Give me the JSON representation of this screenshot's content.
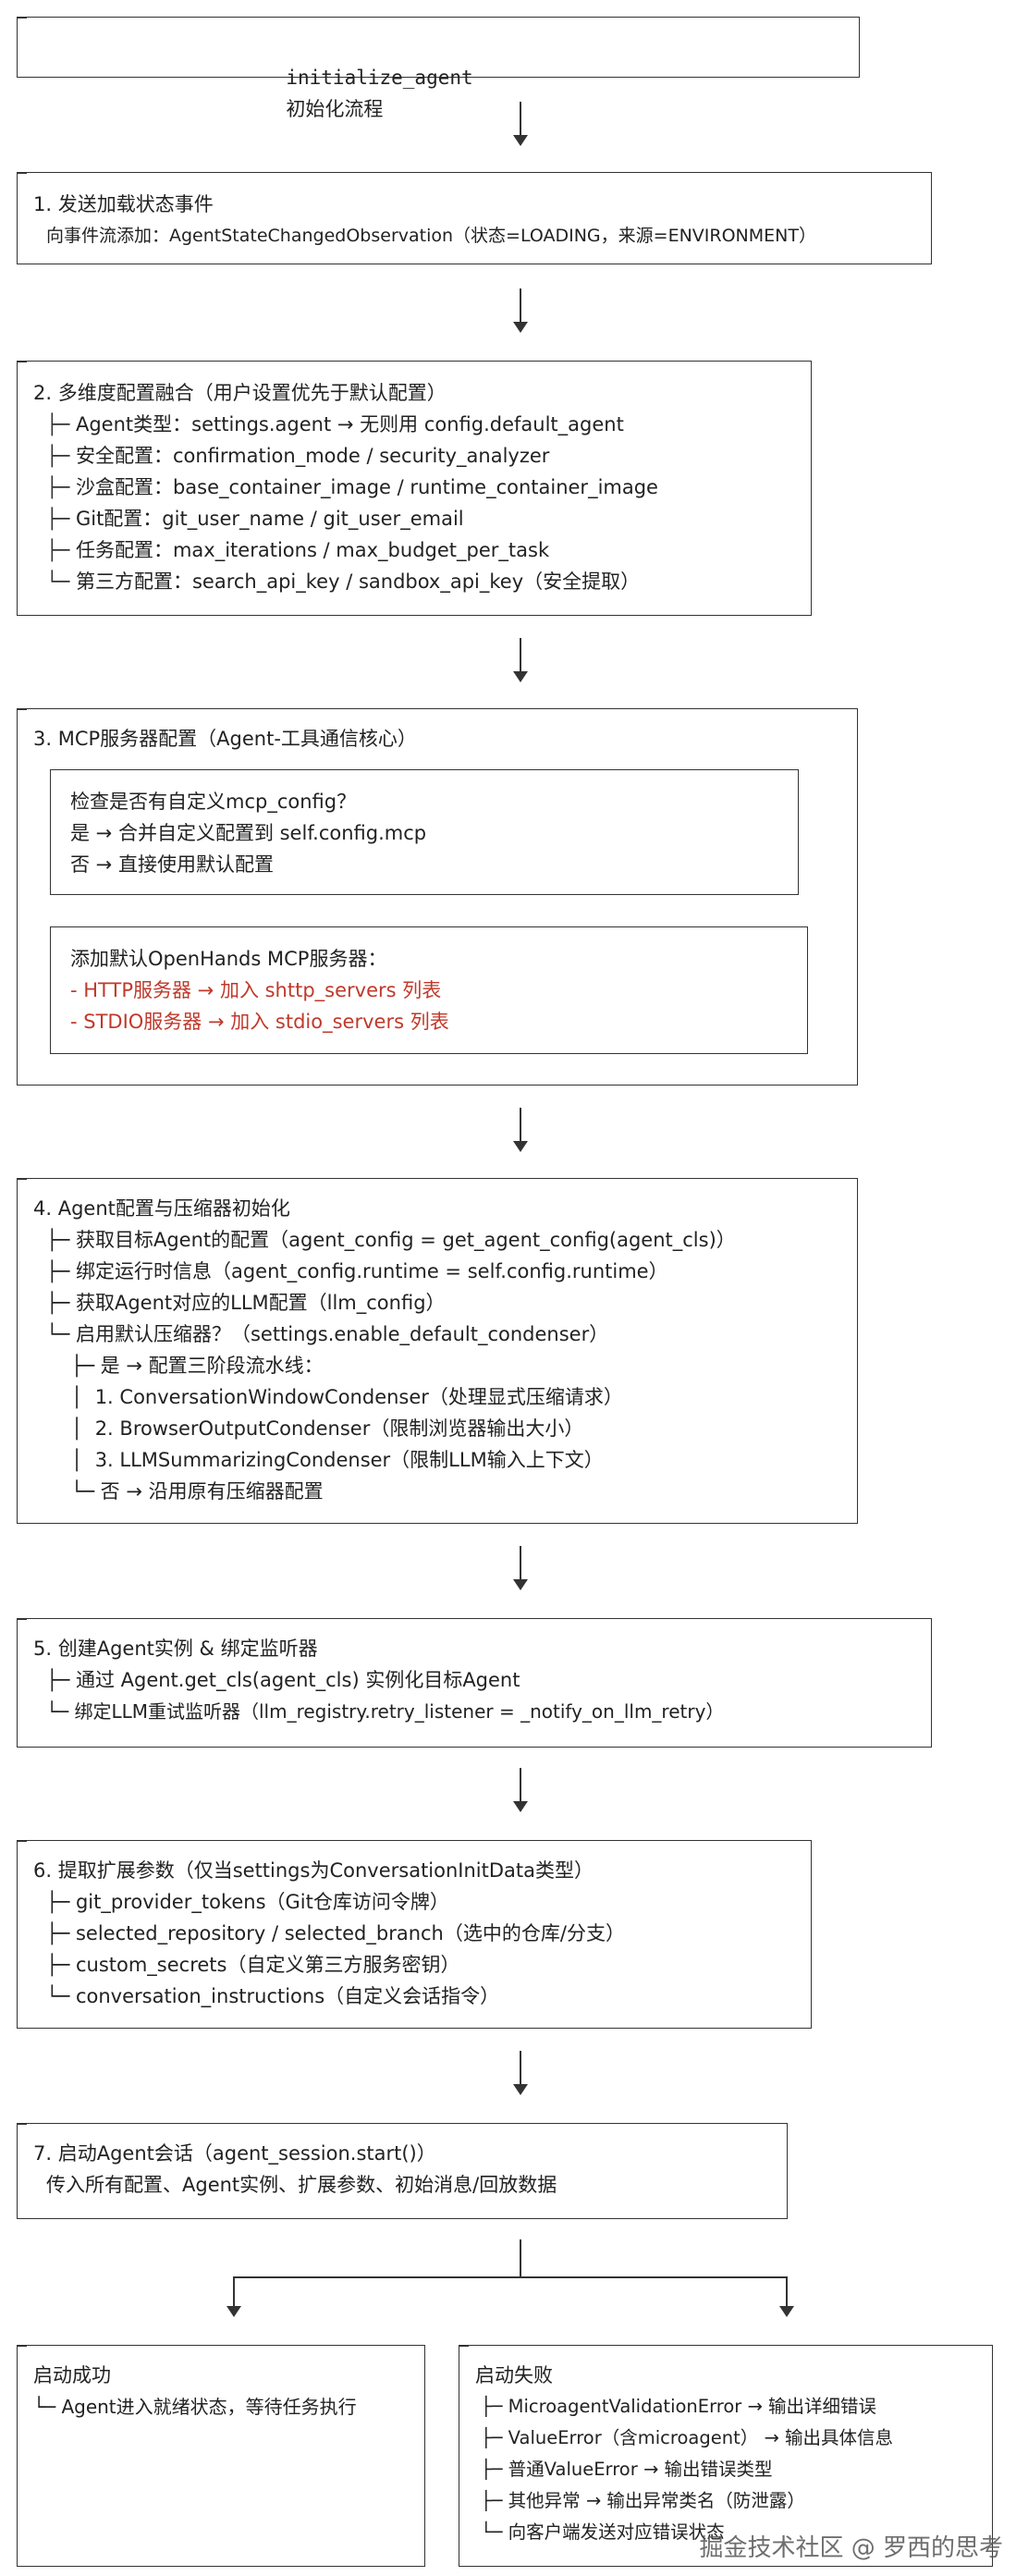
{
  "title_box": {
    "func": "initialize_agent",
    "label": "初始化流程"
  },
  "step1": {
    "title": "1. 发送加载状态事件",
    "line": "向事件流添加：AgentStateChangedObservation（状态=LOADING，来源=ENVIRONMENT）"
  },
  "step2": {
    "title": "2. 多维度配置融合（用户设置优先于默认配置）",
    "items": [
      "Agent类型：settings.agent → 无则用 config.default_agent",
      "安全配置：confirmation_mode / security_analyzer",
      "沙盒配置：base_container_image / runtime_container_image",
      "Git配置：git_user_name / git_user_email",
      "任务配置：max_iterations / max_budget_per_task",
      "第三方配置：search_api_key / sandbox_api_key（安全提取）"
    ]
  },
  "step3": {
    "title": "3. MCP服务器配置（Agent-工具通信核心）",
    "inner1": [
      "检查是否有自定义mcp_config？",
      "是 → 合并自定义配置到 self.config.mcp",
      "否 → 直接使用默认配置"
    ],
    "inner2": [
      "添加默认OpenHands MCP服务器：",
      "- HTTP服务器 → 加入 shttp_servers 列表",
      "- STDIO服务器 → 加入 stdio_servers 列表"
    ]
  },
  "step4": {
    "title": "4. Agent配置与压缩器初始化",
    "items": [
      "├─ 获取目标Agent的配置（agent_config = get_agent_config(agent_cls)）",
      "├─ 绑定运行时信息（agent_config.runtime = self.config.runtime）",
      "├─ 获取Agent对应的LLM配置（llm_config）",
      "└─ 启用默认压缩器？（settings.enable_default_condenser）",
      "    ├─ 是 → 配置三阶段流水线：",
      "    │  1. ConversationWindowCondenser（处理显式压缩请求）",
      "    │  2. BrowserOutputCondenser（限制浏览器输出大小）",
      "    │  3. LLMSummarizingCondenser（限制LLM输入上下文）",
      "    └─ 否 → 沿用原有压缩器配置"
    ]
  },
  "step5": {
    "title": "5. 创建Agent实例 & 绑定监听器",
    "items": [
      "├─ 通过 Agent.get_cls(agent_cls) 实例化目标Agent",
      "└─ 绑定LLM重试监听器（llm_registry.retry_listener = _notify_on_llm_retry）"
    ]
  },
  "step6": {
    "title": "6. 提取扩展参数（仅当settings为ConversationInitData类型）",
    "items": [
      "├─ git_provider_tokens（Git仓库访问令牌）",
      "├─ selected_repository / selected_branch（选中的仓库/分支）",
      "├─ custom_secrets（自定义第三方服务密钥）",
      "└─ conversation_instructions（自定义会话指令）"
    ]
  },
  "step7": {
    "title": "7. 启动Agent会话（agent_session.start()）",
    "line": "传入所有配置、Agent实例、扩展参数、初始消息/回放数据"
  },
  "success": {
    "title": "启动成功",
    "line": "└─ Agent进入就绪状态，等待任务执行"
  },
  "failure": {
    "title": "启动失败",
    "items": [
      "├─ MicroagentValidationError → 输出详细错误",
      "├─ ValueError（含microagent） → 输出具体信息",
      "├─ 普通ValueError → 输出错误类型",
      "├─ 其他异常 → 输出异常类名（防泄露）",
      "└─ 向客户端发送对应错误状态"
    ]
  },
  "watermark": "掘金技术社区 @ 罗西的思考"
}
